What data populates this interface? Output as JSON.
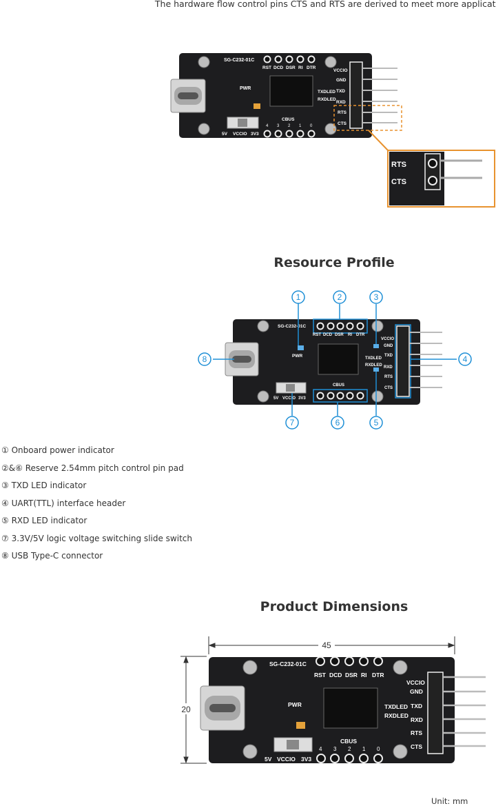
{
  "intro": {
    "caption": "The hardware flow control pins CTS and RTS are derived to meet more applications"
  },
  "board": {
    "model": "SG-C232-01C",
    "top_pins": [
      "RST",
      "DCD",
      "DSR",
      "RI",
      "DTR"
    ],
    "side_pins": [
      "VCCIO",
      "GND",
      "TXD",
      "RXD",
      "RTS",
      "CTS"
    ],
    "side_leds": [
      "TXDLED",
      "RXDLED"
    ],
    "cbus_label": "CBUS",
    "cbus_pins": [
      "4",
      "3",
      "2",
      "1",
      "0"
    ],
    "pwr_label": "PWR",
    "switch_labels": [
      "5V",
      "VCCIO",
      "3V3"
    ]
  },
  "zoom": {
    "pins": [
      "RTS",
      "CTS"
    ]
  },
  "resource_profile": {
    "title": "Resource Profile",
    "callouts": [
      "1",
      "2",
      "3",
      "4",
      "5",
      "6",
      "7",
      "8"
    ],
    "features": [
      "① Onboard power indicator",
      "②&⑥ Reserve 2.54mm pitch control pin pad",
      "③ TXD LED indicator",
      "④ UART(TTL) interface header",
      "⑤ RXD LED indicator",
      "⑦ 3.3V/5V logic voltage switching slide switch",
      "⑧ USB Type-C connector"
    ]
  },
  "dimensions": {
    "title": "Product Dimensions",
    "width": "45",
    "height": "20",
    "unit": "Unit: mm"
  },
  "colors": {
    "pcb": "#1d1d1f",
    "highlight_orange": "#e8922e",
    "callout_blue": "#1e8fd6"
  }
}
